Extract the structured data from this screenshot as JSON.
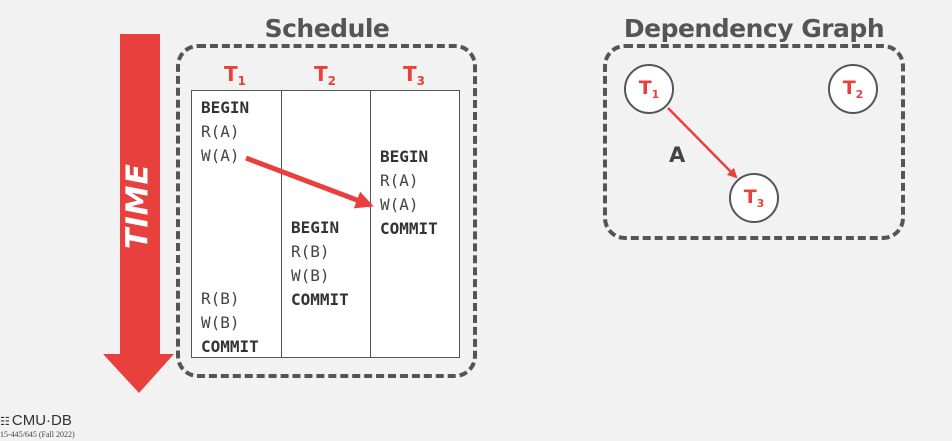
{
  "schedule": {
    "title": "Schedule",
    "transactions": [
      {
        "name": "T",
        "sub": "1"
      },
      {
        "name": "T",
        "sub": "2"
      },
      {
        "name": "T",
        "sub": "3"
      }
    ],
    "t1_ops": [
      "BEGIN",
      "R(A)",
      "W(A)",
      "R(B)",
      "W(B)",
      "COMMIT"
    ],
    "t2_ops": [
      "BEGIN",
      "R(B)",
      "W(B)",
      "COMMIT"
    ],
    "t3_ops": [
      "BEGIN",
      "R(A)",
      "W(A)",
      "COMMIT"
    ]
  },
  "time_arrow": {
    "label": "TIME"
  },
  "graph": {
    "title": "Dependency Graph",
    "nodes": [
      {
        "name": "T",
        "sub": "1"
      },
      {
        "name": "T",
        "sub": "2"
      },
      {
        "name": "T",
        "sub": "3"
      }
    ],
    "edge_label": "A"
  },
  "footer": {
    "logo": "CMU·DB",
    "course": "15-445/645 (Fall 2022)"
  },
  "colors": {
    "accent_red": "#e8413d",
    "outline_gray": "#555555",
    "background": "#f2f2f2"
  }
}
